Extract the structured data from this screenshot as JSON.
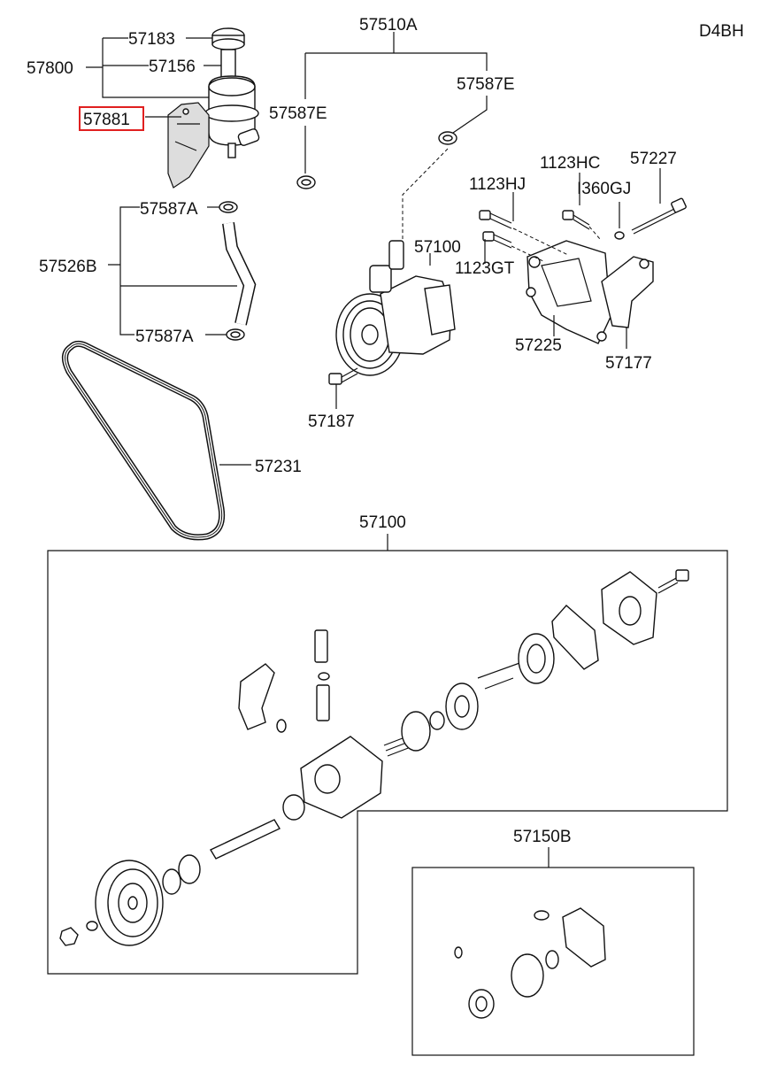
{
  "engine_code": "D4BH",
  "highlighted_part": "57881",
  "labels": {
    "p57183": "57183",
    "p57800": "57800",
    "p57156": "57156",
    "p57881": "57881",
    "p57510A": "57510A",
    "p57587E_left": "57587E",
    "p57587E_right": "57587E",
    "p57587A_top": "57587A",
    "p57526B": "57526B",
    "p57587A_bottom": "57587A",
    "p1123HC": "1123HC",
    "p57227": "57227",
    "p1123HJ": "1123HJ",
    "p1360GJ": "I360GJ",
    "p57100_top": "57100",
    "p1123GT": "1123GT",
    "p57225": "57225",
    "p57177": "57177",
    "p57187": "57187",
    "p57231": "57231",
    "p57100_box": "57100",
    "p57150B": "57150B"
  }
}
